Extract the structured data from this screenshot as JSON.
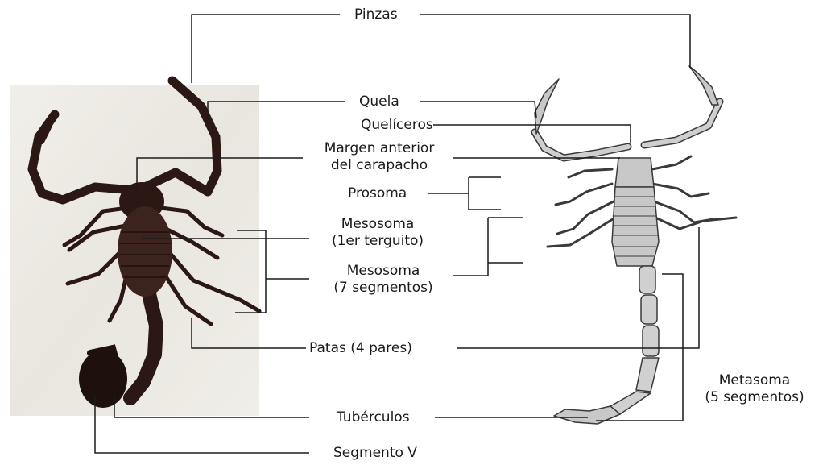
{
  "labels": {
    "pinzas": "Pinzas",
    "quela": "Quela",
    "queliceros": "Quelíceros",
    "margen_1": "Margen anterior",
    "margen_2": "del carapacho",
    "prosoma": "Prosoma",
    "meso1_1": "Mesosoma",
    "meso1_2": "(1er terguito)",
    "meso7_1": "Mesosoma",
    "meso7_2": "(7 segmentos)",
    "patas": "Patas (4 pares)",
    "metasoma_1": "Metasoma",
    "metasoma_2": "(5 segmentos)",
    "tuberculos": "Tubérculos",
    "segmento_v": "Segmento V"
  },
  "colors": {
    "line": "#1a1a1a",
    "photo_bg": "#efece6",
    "scorpion_dark": "#2b1815",
    "scorpion_body": "#3d231d",
    "drawing_fill": "#c8c8c8",
    "drawing_stroke": "#3a3a3a"
  }
}
